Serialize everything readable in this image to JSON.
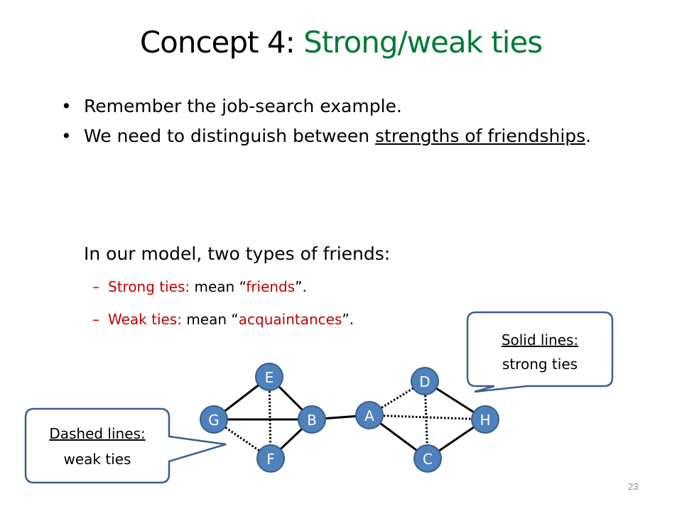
{
  "title": {
    "prefix": "Concept 4: ",
    "accent": "Strong/weak ties"
  },
  "bullets": {
    "b1": "Remember the job-search example.",
    "b2_pre": "We need to distinguish between ",
    "b2_underline": "strengths of friendships",
    "b2_post": ".",
    "symbol": "•"
  },
  "intro": "In our model, two types of friends:",
  "subs": {
    "dash": "–",
    "strong_label": "Strong ties:",
    "strong_mid": " mean “",
    "strong_value": "friends",
    "strong_end": "”.",
    "weak_label": "Weak ties:",
    "weak_mid": " mean “",
    "weak_value": "acquaintances",
    "weak_end": "”."
  },
  "callouts": {
    "solid_line1": "Solid lines:",
    "solid_line2": "strong ties",
    "dashed_line1": "Dashed lines:",
    "dashed_line2": "weak ties"
  },
  "colors": {
    "accent": "#007a33",
    "node_fill": "#4f81bd",
    "node_stroke": "#385d8a",
    "callout_stroke": "#3b5f8c",
    "red": "#c00000"
  },
  "graph": {
    "nodes": [
      {
        "id": "E",
        "label": "E"
      },
      {
        "id": "G",
        "label": "G"
      },
      {
        "id": "B",
        "label": "B"
      },
      {
        "id": "F",
        "label": "F"
      },
      {
        "id": "A",
        "label": "A"
      },
      {
        "id": "D",
        "label": "D"
      },
      {
        "id": "H",
        "label": "H"
      },
      {
        "id": "C",
        "label": "C"
      }
    ],
    "edges": [
      {
        "from": "E",
        "to": "G",
        "type": "strong"
      },
      {
        "from": "E",
        "to": "B",
        "type": "strong"
      },
      {
        "from": "G",
        "to": "B",
        "type": "strong"
      },
      {
        "from": "B",
        "to": "F",
        "type": "strong"
      },
      {
        "from": "B",
        "to": "A",
        "type": "strong"
      },
      {
        "from": "D",
        "to": "H",
        "type": "strong"
      },
      {
        "from": "A",
        "to": "C",
        "type": "strong"
      },
      {
        "from": "C",
        "to": "H",
        "type": "strong"
      },
      {
        "from": "E",
        "to": "F",
        "type": "weak"
      },
      {
        "from": "G",
        "to": "F",
        "type": "weak"
      },
      {
        "from": "A",
        "to": "D",
        "type": "weak"
      },
      {
        "from": "A",
        "to": "H",
        "type": "weak"
      },
      {
        "from": "D",
        "to": "C",
        "type": "weak"
      }
    ]
  },
  "page_number": "23"
}
